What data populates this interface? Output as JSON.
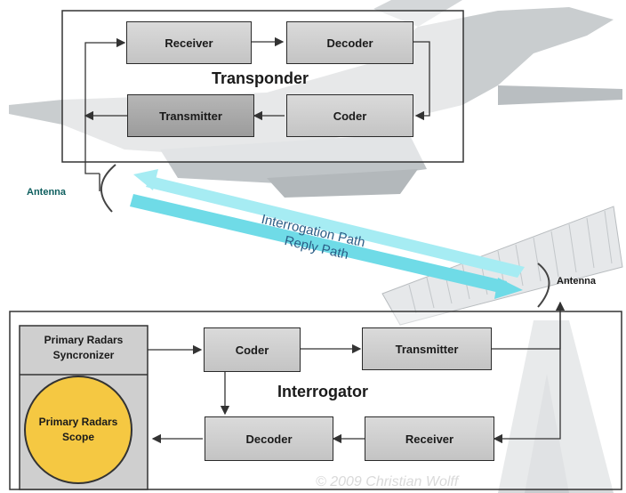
{
  "transponder": {
    "title": "Transponder",
    "receiver": "Receiver",
    "decoder": "Decoder",
    "transmitter": "Transmitter",
    "coder": "Coder"
  },
  "interrogator": {
    "title": "Interrogator",
    "sync_line1": "Primary Radars",
    "sync_line2": "Syncronizer",
    "scope_line1": "Primary Radars",
    "scope_line2": "Scope",
    "coder": "Coder",
    "transmitter": "Transmitter",
    "decoder": "Decoder",
    "receiver": "Receiver"
  },
  "antenna_top": "Antenna",
  "antenna_bottom": "Antenna",
  "path_interrogation": "Interrogation Path",
  "path_reply": "Reply Path",
  "watermark": "© 2009 Christian Wolff",
  "colors": {
    "path_arrow": "#7fe3ee",
    "path_text": "#2a5d86",
    "antenna_label": "#0d5e5e",
    "scope_fill": "#f5c842",
    "box_light": "#cfcfcf",
    "box_dark": "#a8a8a8"
  }
}
